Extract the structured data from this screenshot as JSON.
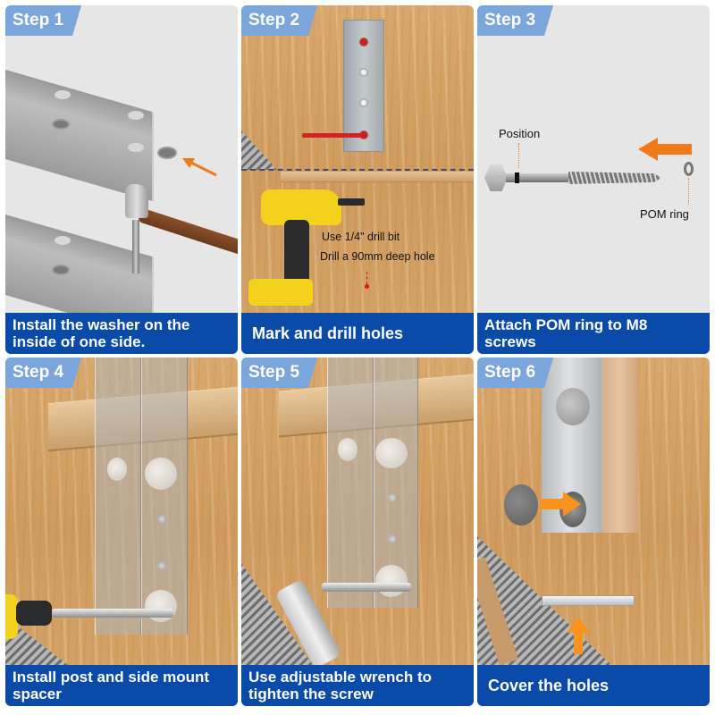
{
  "colors": {
    "step_tag_bg": "#7aa6dc",
    "caption_bg": "#0a4aa8",
    "caption_text": "#ffffff",
    "accent_arrow": "#f07a1a",
    "mark_red": "#d21b1b"
  },
  "steps": [
    {
      "tag": "Step 1",
      "caption": "Install the washer on the inside of one side.",
      "icons": [
        "square-tube-icon",
        "washer-icon",
        "hammer-icon",
        "orange-arrow-icon"
      ]
    },
    {
      "tag": "Step 2",
      "caption": "Mark and drill holes",
      "notes": [
        "Use 1/4\" drill bit",
        "Drill a 90mm deep hole"
      ],
      "icons": [
        "mounting-plate-icon",
        "pencil-icon",
        "cordless-drill-icon"
      ]
    },
    {
      "tag": "Step 3",
      "caption": "Attach POM ring to M8 screws",
      "labels": {
        "position": "Position",
        "pom_ring": "POM ring"
      },
      "icons": [
        "hex-screw-icon",
        "pom-ring-icon",
        "orange-arrow-left-icon"
      ]
    },
    {
      "tag": "Step 4",
      "caption": "Install post and side mount spacer",
      "icons": [
        "glass-post-icon",
        "drill-bit-icon"
      ]
    },
    {
      "tag": "Step 5",
      "caption": "Use adjustable wrench to tighten the screw",
      "icons": [
        "glass-post-icon",
        "adjustable-wrench-icon"
      ]
    },
    {
      "tag": "Step 6",
      "caption": "Cover the holes",
      "icons": [
        "hole-cover-cap-icon",
        "end-cap-icon",
        "orange-arrow-right-icon",
        "orange-arrow-up-icon"
      ]
    }
  ]
}
